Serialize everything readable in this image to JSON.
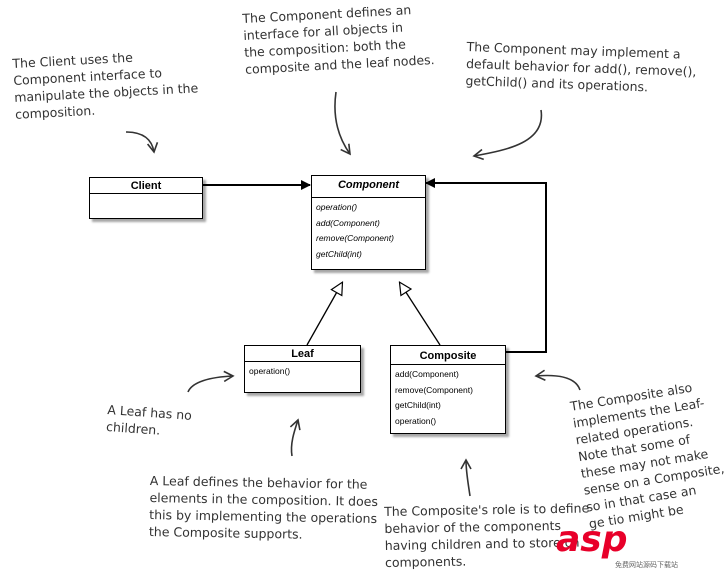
{
  "notes": {
    "client": "The Client uses the\nComponent interface to\nmanipulate the objects in the\ncomposition.",
    "component": "The Component defines an\ninterface for all objects in\nthe composition: both the\ncomposite and the leaf nodes.",
    "default_behavior": "The Component may implement a\ndefault behavior for add(), remove(),\ngetChild() and its operations.",
    "leaf_children": "A Leaf has no\nchildren.",
    "leaf_behavior": "A Leaf defines the behavior for the\nelements in the composition.  It does\nthis by implementing the operations\nthe Composite supports.",
    "composite_role": "The Composite's role is to define\nbehavior of the components\nhaving children and to store ch\ncomponents.",
    "composite_also": "The Composite also\nimplements the Leaf-\nrelated operations.\nNote that some of\nthese may not make\nsense on a Composite,\nso in that case an\nge   tio  might be"
  },
  "classes": {
    "client": {
      "name": "Client",
      "operations": []
    },
    "component": {
      "name": "Component",
      "operations": [
        "operation()",
        "add(Component)",
        "remove(Component)",
        "getChild(int)"
      ]
    },
    "leaf": {
      "name": "Leaf",
      "operations": [
        "operation()"
      ]
    },
    "composite": {
      "name": "Composite",
      "operations": [
        "add(Component)",
        "remove(Component)",
        "getChild(int)",
        "operation()"
      ]
    }
  },
  "watermark": {
    "brand": "asp",
    "sub": "免费网站源码下载站"
  },
  "colors": {
    "line": "#000000",
    "annotation": "#333333",
    "watermark": "#e8002a"
  }
}
